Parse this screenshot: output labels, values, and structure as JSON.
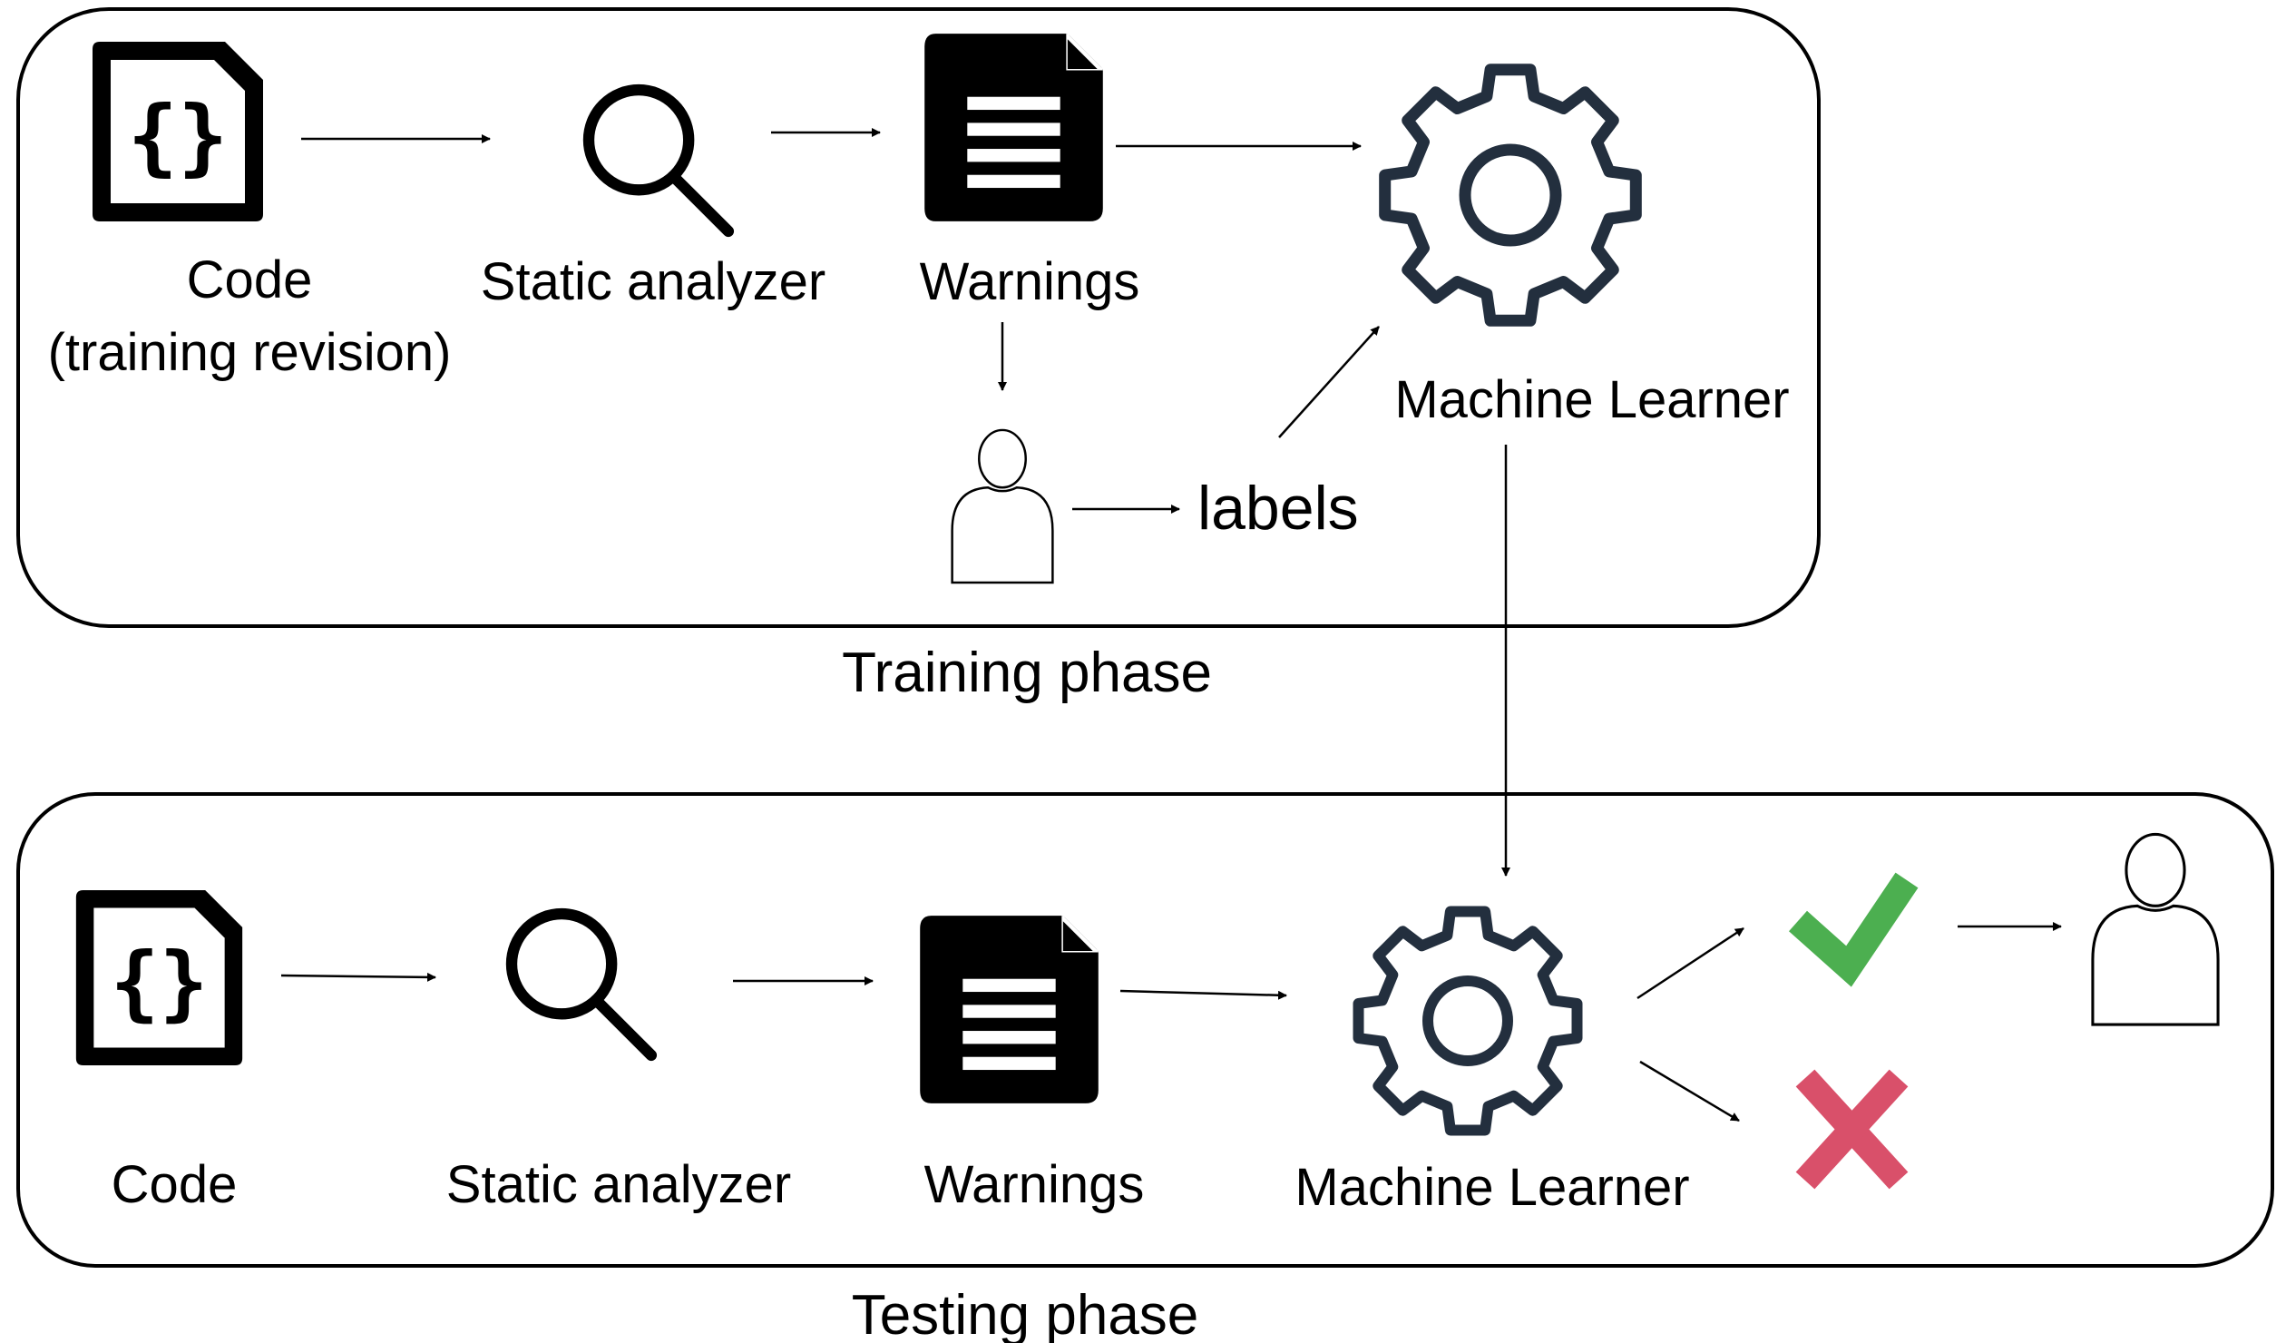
{
  "training": {
    "phase_label": "Training phase",
    "code_label_line1": "Code",
    "code_label_line2": "(training revision)",
    "analyzer_label": "Static analyzer",
    "warnings_label": "Warnings",
    "learner_label": "Machine Learner",
    "labels_label": "labels"
  },
  "testing": {
    "phase_label": "Testing phase",
    "code_label": "Code",
    "analyzer_label": "Static analyzer",
    "warnings_label": "Warnings",
    "learner_label": "Machine Learner"
  },
  "icons": {
    "code": "code-file-icon",
    "analyzer": "magnifier-icon",
    "warnings": "document-icon",
    "learner": "gear-icon",
    "user": "person-icon",
    "accept": "check-icon",
    "reject": "cross-icon"
  },
  "colors": {
    "line": "#000000",
    "gear": "#232f3e",
    "check": "#4caf50",
    "cross": "#d9506a"
  }
}
